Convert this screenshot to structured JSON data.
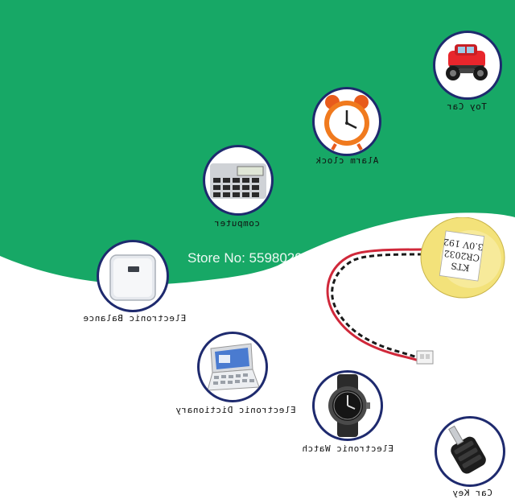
{
  "watermark": {
    "store_text": "Store No: 5598029"
  },
  "battery": {
    "line1": "KTS",
    "line2": "CR2032",
    "line3": "3.0V 192"
  },
  "applications": [
    {
      "label": "Toy Car",
      "icon": "toy-car-icon"
    },
    {
      "label": "Alarm clock",
      "icon": "alarm-clock-icon"
    },
    {
      "label": "computer",
      "icon": "calculator-icon"
    },
    {
      "label": "Electronic Balance",
      "icon": "scale-icon"
    },
    {
      "label": "Electronic Dictionary",
      "icon": "dictionary-icon"
    },
    {
      "label": "Electronic Watch",
      "icon": "watch-icon"
    },
    {
      "label": "Car Key",
      "icon": "car-key-icon"
    }
  ],
  "colors": {
    "background_green": "#17a866",
    "ring_navy": "#1e2a6e",
    "battery_yellow": "#f3e27a",
    "wire_red": "#d0283a"
  }
}
